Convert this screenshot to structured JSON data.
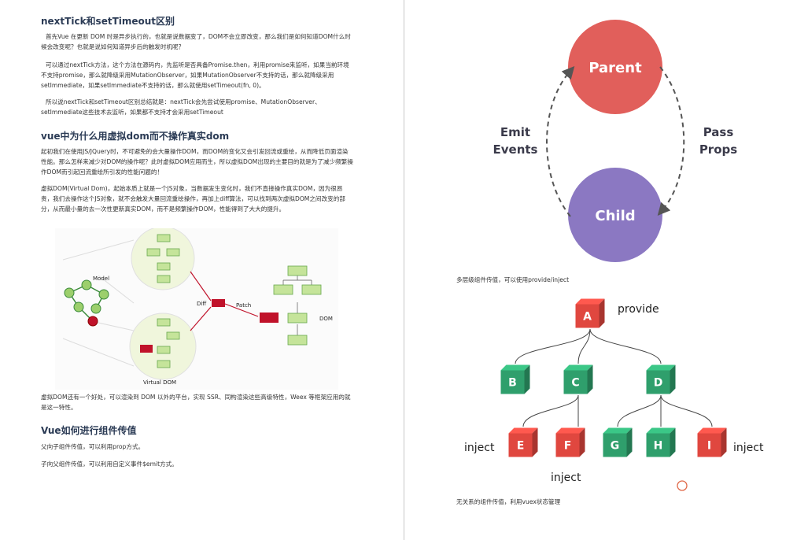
{
  "left": {
    "section1": {
      "title": "nextTick和setTimeout区别",
      "p1": "首先Vue 在更新 DOM 时是异步执行的，也就是说数据变了，DOM不会立即改变，那么我们是如何知道DOM什么时候会改变呢？也就是说如何知道异步后的触发时机呢？",
      "p2": "可以通过nextTick方法，这个方法在源码内，先监听是否具备Promise.then，利用promise来监听，如果当前环境不支持promise，那么就降级采用MutationObserver，如果MutationObserver不支持的话，那么就降级采用setImmediate，如果setImmediate不支持的话，那么就使用setTimeout(fn, 0)。",
      "p3": "所以说nextTick和setTimeout区别总结就是：nextTick会先尝试使用promise、MutationObserver、setImmediate这些技术去监听，如果都不支持才会采用setTimeout"
    },
    "section2": {
      "title": "vue中为什么用虚拟dom而不操作真实dom",
      "p1": "起初我们在使用JS/JQuery时，不可避免的会大量操作DOM，而DOM的变化又会引发回流或重绘，从而降低页面渲染性能。那么怎样来减少对DOM的操作呢？此时虚拟DOM应用而生，所以虚拟DOM出现的主要目的就是为了减少频繁操作DOM而引起回流重绘所引发的性能问题的！",
      "p2": "虚拟DOM(Virtual Dom)，起始本质上就是一个JS对象，当数据发生变化时，我们不直接操作真实DOM，因为很昂贵，我们去操作这个JS对象，就不会触发大量回流重绘操作，再加上diff算法，可以找到两次虚拟DOM之间改变的部分，从而最小量的去一次性更新真实DOM，而不是频繁操作DOM，性能得到了大大的提升。",
      "diagram": {
        "model_label": "Model",
        "virtual_dom_label": "Virtual DOM",
        "diff_label": "Diff",
        "patch_label": "Patch",
        "dom_label": "DOM"
      },
      "p3": "虚拟DOM还有一个好处，可以渲染到 DOM 以外的平台，实现 SSR、同构渲染这些高级特性，Weex 等框架应用的就是这一特性。"
    },
    "section3": {
      "title": "Vue如何进行组件传值",
      "p1": "父向子组件传值，可以利用prop方式。",
      "p2": "子向父组件传值，可以利用自定义事件$emit方式。"
    }
  },
  "right": {
    "parent_child": {
      "parent": "Parent",
      "child": "Child",
      "emit_line1": "Emit",
      "emit_line2": "Events",
      "pass_line1": "Pass",
      "pass_line2": "Props",
      "parent_color": "#e15f5b",
      "child_color": "#8b78c2"
    },
    "provide_caption": "多层级组件传值，可以使用provide/inject",
    "tree": {
      "provide_label": "provide",
      "inject_left": "inject",
      "inject_right": "inject",
      "inject_bottom": "inject",
      "nodes": [
        "A",
        "B",
        "C",
        "D",
        "E",
        "F",
        "G",
        "H",
        "I"
      ],
      "red": "#e0473f",
      "green": "#2f9f6c"
    },
    "bottom_caption": "无关系的组件传值，利用vuex状态管理"
  }
}
